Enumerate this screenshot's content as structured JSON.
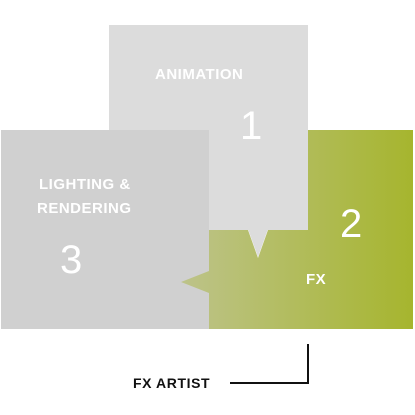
{
  "steps": [
    {
      "label": "ANIMATION",
      "number": "1"
    },
    {
      "label": "FX",
      "number": "2"
    },
    {
      "label_line1": "LIGHTING &",
      "label_line2": "RENDERING",
      "number": "3"
    }
  ],
  "caption": "FX ARTIST",
  "colors": {
    "animation": "#dcdcdc",
    "lighting": "#d0d0d0",
    "fx_start": "#b8c07a",
    "fx_end": "#a9b83a",
    "connector": "#111111"
  }
}
